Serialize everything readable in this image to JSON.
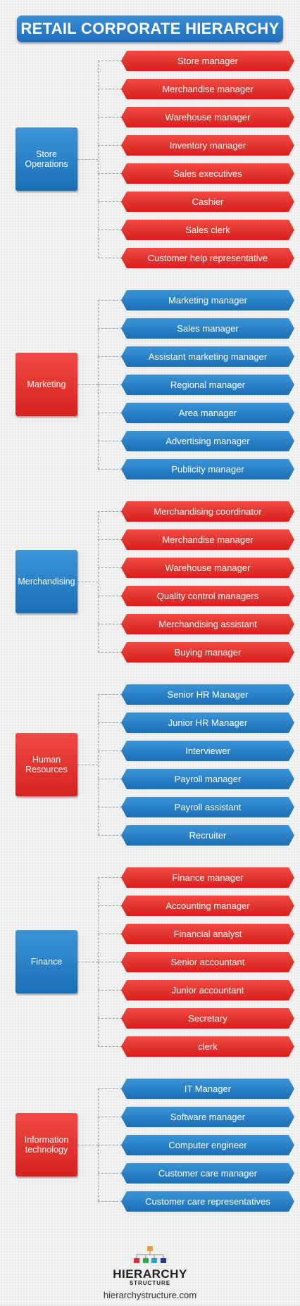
{
  "title": "RETAIL CORPORATE HIERARCHY",
  "colors": {
    "blue": "#1f74bd",
    "red": "#e0302b"
  },
  "departments": [
    {
      "label": "Store\nOperations",
      "color": "blue",
      "role_color": "red",
      "roles": [
        "Store manager",
        "Merchandise manager",
        "Warehouse manager",
        "Inventory manager",
        "Sales executives",
        "Cashier",
        "Sales clerk",
        "Customer help representative"
      ]
    },
    {
      "label": "Marketing",
      "color": "red",
      "role_color": "blue",
      "roles": [
        "Marketing manager",
        "Sales manager",
        "Assistant marketing manager",
        "Regional manager",
        "Area manager",
        "Advertising manager",
        "Publicity manager"
      ]
    },
    {
      "label": "Merchandising",
      "color": "blue",
      "role_color": "red",
      "roles": [
        "Merchandising coordinator",
        "Merchandise manager",
        "Warehouse manager",
        "Quality control managers",
        "Merchandising assistant",
        "Buying manager"
      ]
    },
    {
      "label": "Human\nResources",
      "color": "red",
      "role_color": "blue",
      "roles": [
        "Senior HR Manager",
        "Junior HR Manager",
        "Interviewer",
        "Payroll manager",
        "Payroll assistant",
        "Recruiter"
      ]
    },
    {
      "label": "Finance",
      "color": "blue",
      "role_color": "red",
      "roles": [
        "Finance manager",
        "Accounting manager",
        "Financial analyst",
        "Senior accountant",
        "Junior accountant",
        "Secretary",
        "clerk"
      ]
    },
    {
      "label": "Information\ntechnology",
      "color": "red",
      "role_color": "blue",
      "roles": [
        "IT Manager",
        "Software manager",
        "Computer engineer",
        "Customer care manager",
        "Customer care representatives"
      ]
    }
  ],
  "footer": {
    "logo_word": "HIERARCHY",
    "logo_sub": "STRUCTURE",
    "url": "hierarchystructure.com"
  }
}
